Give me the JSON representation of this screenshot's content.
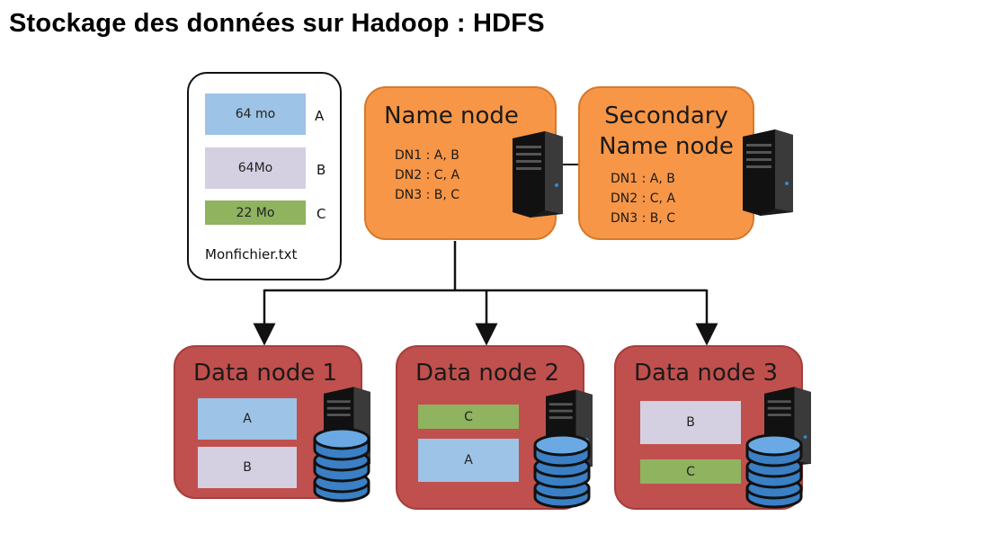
{
  "title": "Stockage des données sur Hadoop : HDFS",
  "file": {
    "name": "Monfichier.txt",
    "blocks": [
      {
        "label": "64 mo",
        "tag": "A",
        "color": "#9dc3e6"
      },
      {
        "label": "64Mo",
        "tag": "B",
        "color": "#d5cfe2"
      },
      {
        "label": "22 Mo",
        "tag": "C",
        "color": "#8fb35f"
      }
    ]
  },
  "name_node": {
    "title": "Name node",
    "entries": [
      "DN1 : A, B",
      "DN2 : C, A",
      "DN3 : B, C"
    ]
  },
  "secondary_name_node": {
    "title_line1": "Secondary",
    "title_line2": "Name node",
    "entries": [
      "DN1 : A, B",
      "DN2 : C, A",
      "DN3 : B, C"
    ]
  },
  "data_nodes": [
    {
      "title": "Data node 1",
      "blocks": [
        "A",
        "B"
      ]
    },
    {
      "title": "Data node 2",
      "blocks": [
        "C",
        "A"
      ]
    },
    {
      "title": "Data node 3",
      "blocks": [
        "B",
        "C"
      ]
    }
  ],
  "colors": {
    "name_node": "#f79646",
    "data_node": "#c0504d",
    "block_a": "#9dc3e6",
    "block_b": "#d5cfe2",
    "block_c": "#8fb35f",
    "database": "#3b7fc4"
  },
  "icons": [
    "server-icon",
    "database-icon"
  ]
}
